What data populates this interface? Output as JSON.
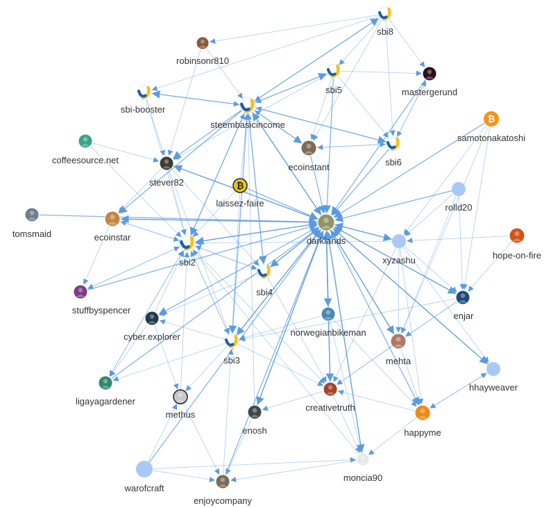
{
  "nodes": [
    {
      "id": "sbi8",
      "label": "sbi8",
      "icon": "sbi-hand-logo-icon"
    },
    {
      "id": "robinsonr810",
      "label": "robinsonr810",
      "icon": "avatar-photo-icon"
    },
    {
      "id": "sbi5",
      "label": "sbi5",
      "icon": "sbi-hand-logo-icon"
    },
    {
      "id": "mastergerund",
      "label": "mastergerund",
      "icon": "avatar-photo-icon"
    },
    {
      "id": "sbi-booster",
      "label": "sbi-booster",
      "icon": "sbi-hand-logo-icon"
    },
    {
      "id": "steembasicincome",
      "label": "steembasicincome",
      "icon": "sbi-hand-logo-icon"
    },
    {
      "id": "samotonakatoshi",
      "label": "samotonakatoshi",
      "icon": "bitcoin-icon"
    },
    {
      "id": "coffeesource.net",
      "label": "coffeesource.net",
      "icon": "avatar-photo-icon"
    },
    {
      "id": "ecoinstant",
      "label": "ecoinstant",
      "icon": "avatar-photo-icon"
    },
    {
      "id": "sbi6",
      "label": "sbi6",
      "icon": "sbi-hand-logo-icon"
    },
    {
      "id": "stever82",
      "label": "stever82",
      "icon": "avatar-photo-icon"
    },
    {
      "id": "laissez-faire",
      "label": "laissez-faire",
      "icon": "bitcoin-icon"
    },
    {
      "id": "rolld20",
      "label": "rolld20",
      "icon": "default-avatar-icon"
    },
    {
      "id": "tomsmaid",
      "label": "tomsmaid",
      "icon": "avatar-photo-icon"
    },
    {
      "id": "ecoinstar",
      "label": "ecoinstar",
      "icon": "avatar-photo-icon"
    },
    {
      "id": "darklands",
      "label": "darklands",
      "icon": "avatar-photo-icon"
    },
    {
      "id": "hope-on-fire",
      "label": "hope-on-fire",
      "icon": "avatar-photo-icon"
    },
    {
      "id": "sbi2",
      "label": "sbi2",
      "icon": "sbi-hand-logo-icon"
    },
    {
      "id": "xyzashu",
      "label": "xyzashu",
      "icon": "default-avatar-icon"
    },
    {
      "id": "stuffbyspencer",
      "label": "stuffbyspencer",
      "icon": "avatar-photo-icon"
    },
    {
      "id": "sbi4",
      "label": "sbi4",
      "icon": "sbi-hand-logo-icon"
    },
    {
      "id": "enjar",
      "label": "enjar",
      "icon": "avatar-photo-icon"
    },
    {
      "id": "cyber.explorer",
      "label": "cyber.explorer",
      "icon": "avatar-photo-icon"
    },
    {
      "id": "norwegianbikeman",
      "label": "norwegianbikeman",
      "icon": "avatar-photo-icon"
    },
    {
      "id": "sbi3",
      "label": "sbi3",
      "icon": "sbi-hand-logo-icon"
    },
    {
      "id": "mehta",
      "label": "mehta",
      "icon": "avatar-photo-icon"
    },
    {
      "id": "hhayweaver",
      "label": "hhayweaver",
      "icon": "default-avatar-icon"
    },
    {
      "id": "ligayagardener",
      "label": "ligayagardener",
      "icon": "avatar-photo-icon"
    },
    {
      "id": "methus",
      "label": "methus",
      "icon": "avatar-photo-icon"
    },
    {
      "id": "creativetruth",
      "label": "creativetruth",
      "icon": "avatar-photo-icon"
    },
    {
      "id": "enosh",
      "label": "enosh",
      "icon": "avatar-photo-icon"
    },
    {
      "id": "happyme",
      "label": "happyme",
      "icon": "avatar-photo-icon"
    },
    {
      "id": "warofcraft",
      "label": "warofcraft",
      "icon": "default-avatar-icon"
    },
    {
      "id": "moncia90",
      "label": "moncia90",
      "icon": "avatar-photo-icon"
    },
    {
      "id": "enjoycompany",
      "label": "enjoycompany",
      "icon": "avatar-photo-icon"
    }
  ],
  "edges": [
    [
      "sbi8",
      "steembasicincome"
    ],
    [
      "sbi8",
      "sbi5"
    ],
    [
      "sbi8",
      "mastergerund"
    ],
    [
      "sbi8",
      "sbi6"
    ],
    [
      "sbi8",
      "robinsonr810"
    ],
    [
      "sbi8",
      "ecoinstant"
    ],
    [
      "sbi8",
      "sbi-booster"
    ],
    [
      "sbi5",
      "steembasicincome"
    ],
    [
      "sbi5",
      "mastergerund"
    ],
    [
      "sbi5",
      "sbi6"
    ],
    [
      "sbi5",
      "ecoinstant"
    ],
    [
      "sbi5",
      "darklands"
    ],
    [
      "sbi5",
      "stever82"
    ],
    [
      "steembasicincome",
      "sbi-booster"
    ],
    [
      "steembasicincome",
      "sbi5"
    ],
    [
      "steembasicincome",
      "sbi8"
    ],
    [
      "steembasicincome",
      "sbi6"
    ],
    [
      "steembasicincome",
      "ecoinstant"
    ],
    [
      "steembasicincome",
      "darklands"
    ],
    [
      "steembasicincome",
      "sbi2"
    ],
    [
      "steembasicincome",
      "sbi3"
    ],
    [
      "steembasicincome",
      "sbi4"
    ],
    [
      "steembasicincome",
      "stever82"
    ],
    [
      "steembasicincome",
      "ecoinstar"
    ],
    [
      "sbi-booster",
      "steembasicincome"
    ],
    [
      "sbi-booster",
      "sbi2"
    ],
    [
      "sbi-booster",
      "stever82"
    ],
    [
      "robinsonr810",
      "steembasicincome"
    ],
    [
      "robinsonr810",
      "stever82"
    ],
    [
      "sbi6",
      "steembasicincome"
    ],
    [
      "sbi6",
      "ecoinstant"
    ],
    [
      "sbi6",
      "darklands"
    ],
    [
      "sbi6",
      "mastergerund"
    ],
    [
      "mastergerund",
      "sbi6"
    ],
    [
      "mastergerund",
      "darklands"
    ],
    [
      "samotonakatoshi",
      "xyzashu"
    ],
    [
      "samotonakatoshi",
      "enjar"
    ],
    [
      "samotonakatoshi",
      "mehta"
    ],
    [
      "samotonakatoshi",
      "darklands"
    ],
    [
      "coffeesource.net",
      "sbi2"
    ],
    [
      "coffeesource.net",
      "stever82"
    ],
    [
      "stever82",
      "sbi2"
    ],
    [
      "stever82",
      "ecoinstar"
    ],
    [
      "stever82",
      "darklands"
    ],
    [
      "stever82",
      "sbi3"
    ],
    [
      "stever82",
      "sbi4"
    ],
    [
      "laissez-faire",
      "sbi2"
    ],
    [
      "laissez-faire",
      "steembasicincome"
    ],
    [
      "laissez-faire",
      "darklands"
    ],
    [
      "laissez-faire",
      "sbi3"
    ],
    [
      "tomsmaid",
      "darklands"
    ],
    [
      "darklands",
      "sbi2"
    ],
    [
      "darklands",
      "ecoinstar"
    ],
    [
      "darklands",
      "stever82"
    ],
    [
      "darklands",
      "steembasicincome"
    ],
    [
      "darklands",
      "sbi3"
    ],
    [
      "darklands",
      "sbi4"
    ],
    [
      "darklands",
      "creativetruth"
    ],
    [
      "darklands",
      "happyme"
    ],
    [
      "darklands",
      "enjar"
    ],
    [
      "darklands",
      "hhayweaver"
    ],
    [
      "darklands",
      "enosh"
    ],
    [
      "darklands",
      "moncia90"
    ],
    [
      "darklands",
      "mehta"
    ],
    [
      "darklands",
      "xyzashu"
    ],
    [
      "darklands",
      "cyber.explorer"
    ],
    [
      "darklands",
      "norwegianbikeman"
    ],
    [
      "sbi2",
      "darklands"
    ],
    [
      "sbi2",
      "ecoinstar"
    ],
    [
      "sbi2",
      "sbi4"
    ],
    [
      "sbi2",
      "sbi3"
    ],
    [
      "sbi2",
      "stuffbyspencer"
    ],
    [
      "sbi2",
      "steembasicincome"
    ],
    [
      "sbi2",
      "ligayagardener"
    ],
    [
      "sbi2",
      "creativetruth"
    ],
    [
      "sbi4",
      "darklands"
    ],
    [
      "sbi4",
      "steembasicincome"
    ],
    [
      "sbi4",
      "sbi2"
    ],
    [
      "sbi4",
      "creativetruth"
    ],
    [
      "sbi4",
      "cyber.explorer"
    ],
    [
      "sbi3",
      "darklands"
    ],
    [
      "sbi3",
      "sbi2"
    ],
    [
      "sbi3",
      "methus"
    ],
    [
      "sbi3",
      "ligayagardener"
    ],
    [
      "sbi3",
      "creativetruth"
    ],
    [
      "sbi3",
      "cyber.explorer"
    ],
    [
      "xyzashu",
      "darklands"
    ],
    [
      "xyzashu",
      "enjar"
    ],
    [
      "xyzashu",
      "mehta"
    ],
    [
      "xyzashu",
      "hhayweaver"
    ],
    [
      "xyzashu",
      "happyme"
    ],
    [
      "xyzashu",
      "sbi2"
    ],
    [
      "xyzashu",
      "creativetruth"
    ],
    [
      "rolld20",
      "xyzashu"
    ],
    [
      "rolld20",
      "darklands"
    ],
    [
      "rolld20",
      "enjar"
    ],
    [
      "rolld20",
      "mehta"
    ],
    [
      "hope-on-fire",
      "xyzashu"
    ],
    [
      "hope-on-fire",
      "enjar"
    ],
    [
      "enjar",
      "darklands"
    ],
    [
      "enjar",
      "mehta"
    ],
    [
      "enjar",
      "creativetruth"
    ],
    [
      "enjar",
      "sbi3"
    ],
    [
      "norwegianbikeman",
      "darklands"
    ],
    [
      "norwegianbikeman",
      "creativetruth"
    ],
    [
      "norwegianbikeman",
      "sbi3"
    ],
    [
      "norwegianbikeman",
      "happyme"
    ],
    [
      "norwegianbikeman",
      "moncia90"
    ],
    [
      "mehta",
      "happyme"
    ],
    [
      "mehta",
      "creativetruth"
    ],
    [
      "mehta",
      "darklands"
    ],
    [
      "hhayweaver",
      "happyme"
    ],
    [
      "hhayweaver",
      "darklands"
    ],
    [
      "happyme",
      "hhayweaver"
    ],
    [
      "happyme",
      "creativetruth"
    ],
    [
      "happyme",
      "moncia90"
    ],
    [
      "creativetruth",
      "darklands"
    ],
    [
      "creativetruth",
      "moncia90"
    ],
    [
      "creativetruth",
      "enosh"
    ],
    [
      "enosh",
      "enjoycompany"
    ],
    [
      "enosh",
      "darklands"
    ],
    [
      "enosh",
      "steembasicincome"
    ],
    [
      "warofcraft",
      "enjoycompany"
    ],
    [
      "warofcraft",
      "methus"
    ],
    [
      "warofcraft",
      "moncia90"
    ],
    [
      "warofcraft",
      "darklands"
    ],
    [
      "moncia90",
      "darklands"
    ],
    [
      "moncia90",
      "enjoycompany"
    ],
    [
      "moncia90",
      "sbi2"
    ],
    [
      "methus",
      "enjoycompany"
    ],
    [
      "methus",
      "sbi2"
    ],
    [
      "cyber.explorer",
      "methus"
    ],
    [
      "cyber.explorer",
      "ligayagardener"
    ],
    [
      "cyber.explorer",
      "sbi2"
    ],
    [
      "ligayagardener",
      "sbi2"
    ],
    [
      "ligayagardener",
      "darklands"
    ],
    [
      "ecoinstar",
      "darklands"
    ],
    [
      "ecoinstar",
      "sbi2"
    ],
    [
      "ecoinstar",
      "stuffbyspencer"
    ],
    [
      "ecoinstant",
      "darklands"
    ],
    [
      "ecoinstant",
      "steembasicincome"
    ],
    [
      "ecoinstant",
      "sbi6"
    ],
    [
      "stuffbyspencer",
      "sbi2"
    ],
    [
      "stuffbyspencer",
      "darklands"
    ],
    [
      "enjoycompany",
      "darklands"
    ],
    [
      "enjoycompany",
      "sbi3"
    ]
  ],
  "colors": {
    "edge": "#5b9be0",
    "default_avatar": "#a9c8f5",
    "sbi_logo": "#f2c21b",
    "sbi_hand": "#1d5fa8",
    "bitcoin": "#f7931a",
    "label": "#333333"
  }
}
